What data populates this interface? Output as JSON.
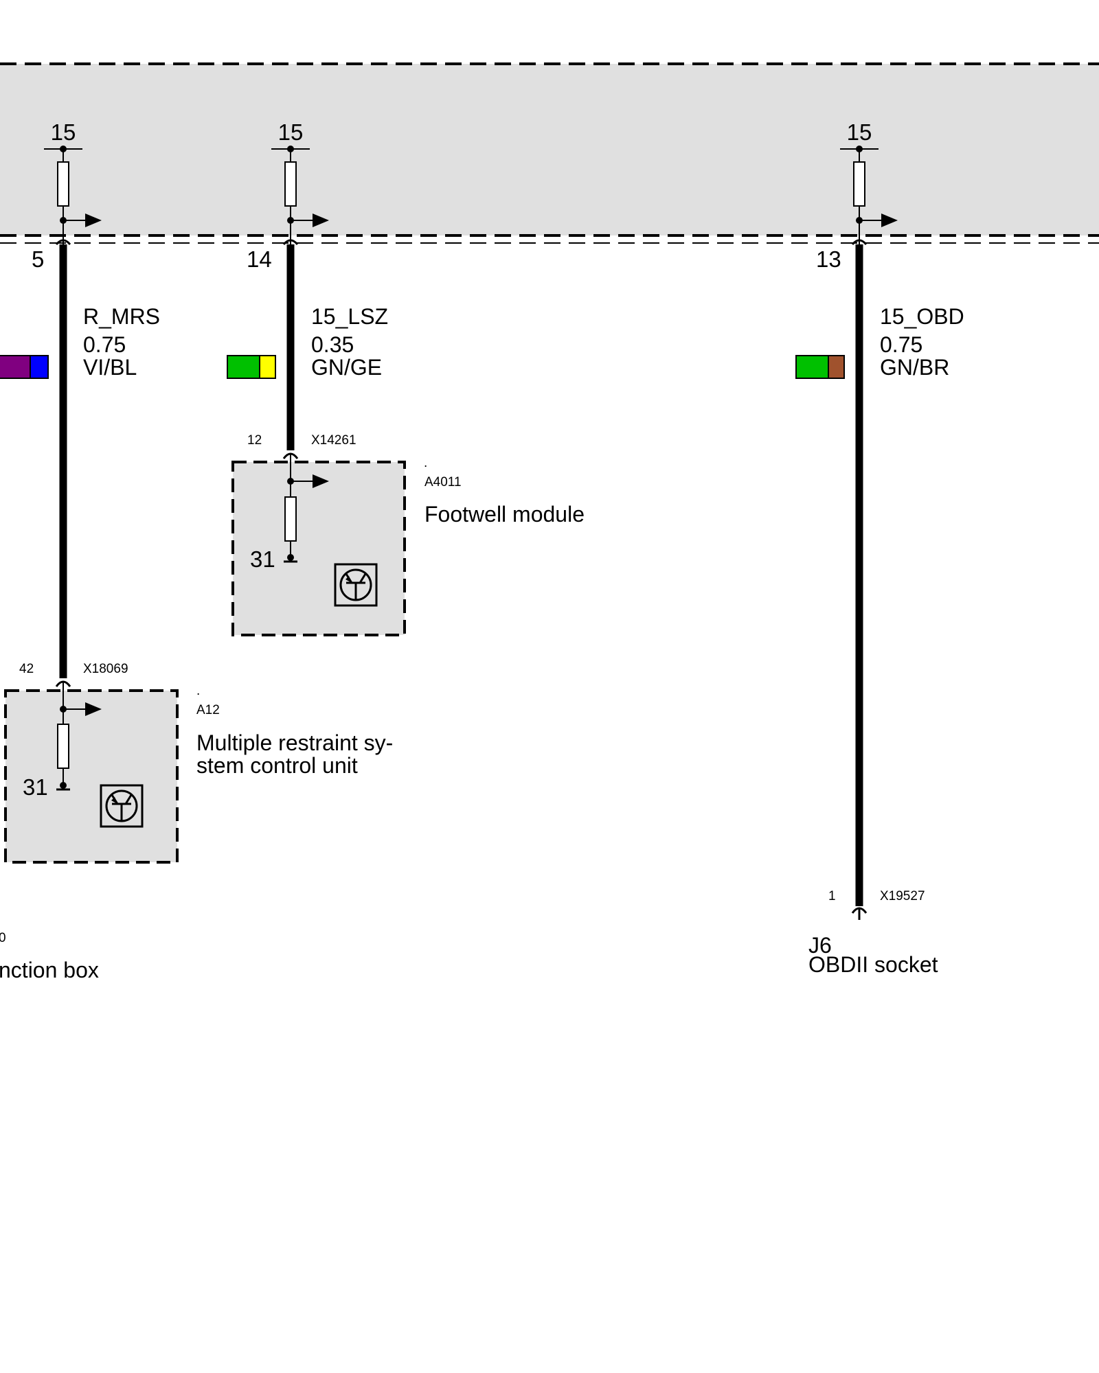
{
  "top_module": {
    "fill": "#e0e0e0",
    "outputs": [
      {
        "supply": "15",
        "pin": "5"
      },
      {
        "supply": "15",
        "pin": "14"
      },
      {
        "supply": "15",
        "pin": "13"
      }
    ]
  },
  "wires": [
    {
      "signal": "R_MRS",
      "gauge": "0.75",
      "color_code": "VI/BL",
      "colors": [
        "#800080",
        "#0000ff"
      ]
    },
    {
      "signal": "15_LSZ",
      "gauge": "0.35",
      "color_code": "GN/GE",
      "colors": [
        "#00c000",
        "#ffff00"
      ]
    },
    {
      "signal": "15_OBD",
      "gauge": "0.75",
      "color_code": "GN/BR",
      "colors": [
        "#00c000",
        "#a0522d"
      ]
    }
  ],
  "components": {
    "footwell": {
      "pin": "12",
      "connector": "X14261",
      "dot": ".",
      "id": "A4011",
      "name": "Footwell module",
      "ground": "31"
    },
    "mrs": {
      "pin": "42",
      "connector": "X18069",
      "dot": ".",
      "id": "A12",
      "name_lines": [
        "Multiple restraint sy-",
        "stem control unit"
      ],
      "ground": "31"
    },
    "obd": {
      "pin": "1",
      "connector": "X19527",
      "id": "J6",
      "name": "OBDII socket"
    },
    "junction": {
      "pin_partial": "0",
      "name_partial": "nction box"
    }
  }
}
